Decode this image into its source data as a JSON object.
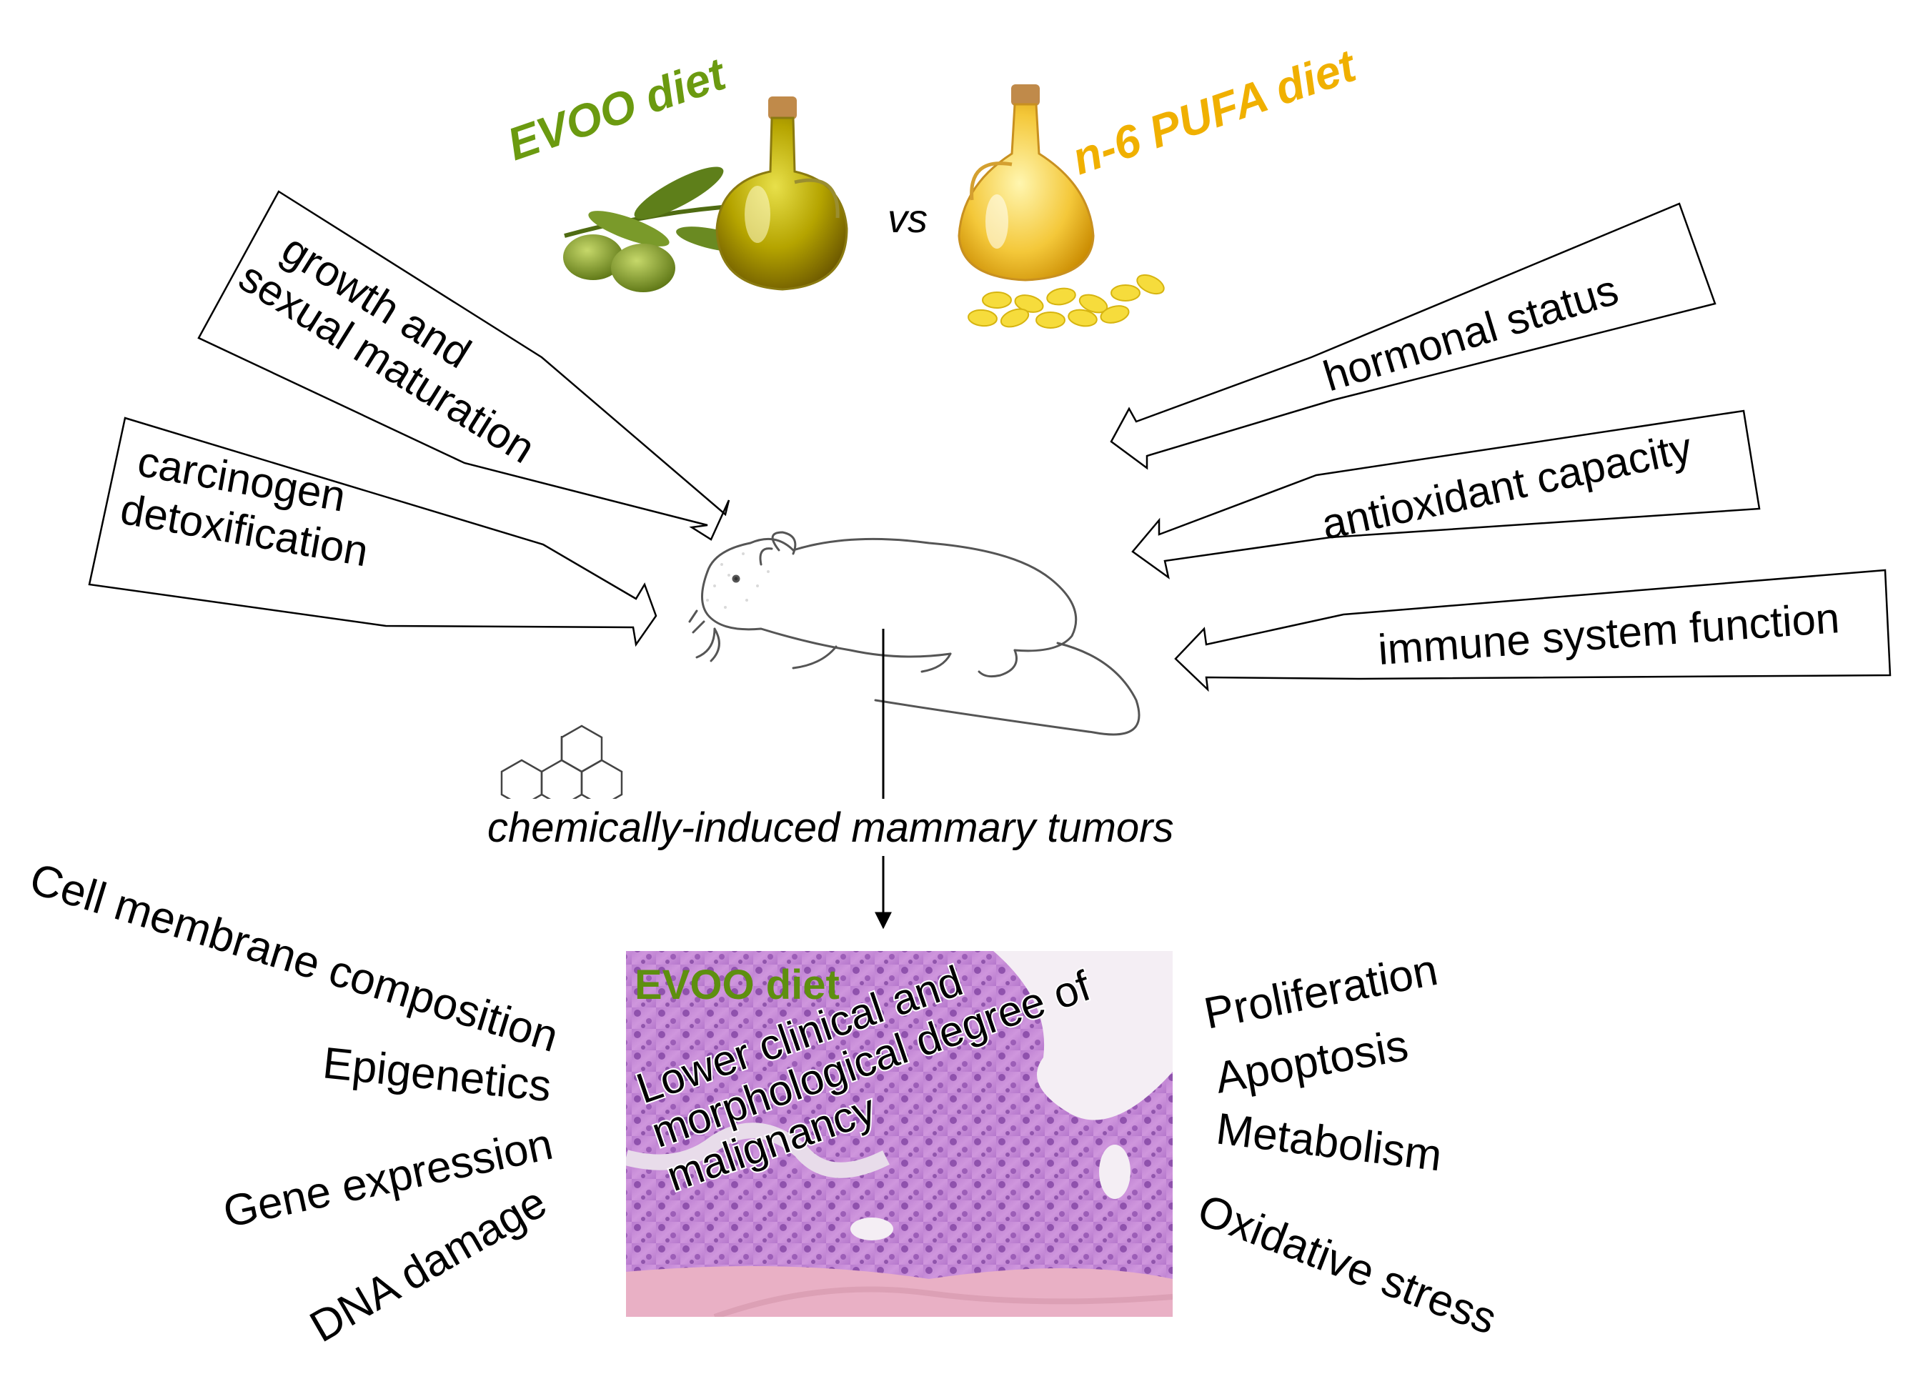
{
  "header": {
    "diet_a": "EVOO diet",
    "versus": "vs",
    "diet_b": "n-6 PUFA diet"
  },
  "colors": {
    "evoo_green": "#6b9a10",
    "pufa_orange": "#f0b000",
    "tissue_purple": "#c98ad8",
    "tissue_pink": "#eab2c4",
    "arrow_stroke": "#000000"
  },
  "factors_left": [
    {
      "lines": [
        "growth and",
        "sexual maturation"
      ]
    },
    {
      "lines": [
        "carcinogen",
        "detoxification"
      ]
    }
  ],
  "factors_right": [
    {
      "lines": [
        "hormonal status"
      ]
    },
    {
      "lines": [
        "antioxidant capacity"
      ]
    },
    {
      "lines": [
        "immune system function"
      ]
    }
  ],
  "model_label": "chemically-induced mammary tumors",
  "outcomes_left": [
    "Cell membrane composition",
    "Epigenetics",
    "Gene expression",
    "DNA damage"
  ],
  "outcomes_right": [
    "Proliferation",
    "Apoptosis",
    "Metabolism",
    "Oxidative stress"
  ],
  "histology": {
    "diet_label": "EVOO diet",
    "result_lines": [
      "Lower clinical and",
      "morphological degree of",
      "malignancy"
    ]
  },
  "icons": {
    "olive_oil_bottle": "olive-oil-bottle-icon",
    "olives": "olive-branch-icon",
    "pufa_bottle": "oil-bottle-icon",
    "capsules": "oil-capsules-icon",
    "rat": "rat-icon",
    "molecule": "dmba-molecule-icon"
  }
}
